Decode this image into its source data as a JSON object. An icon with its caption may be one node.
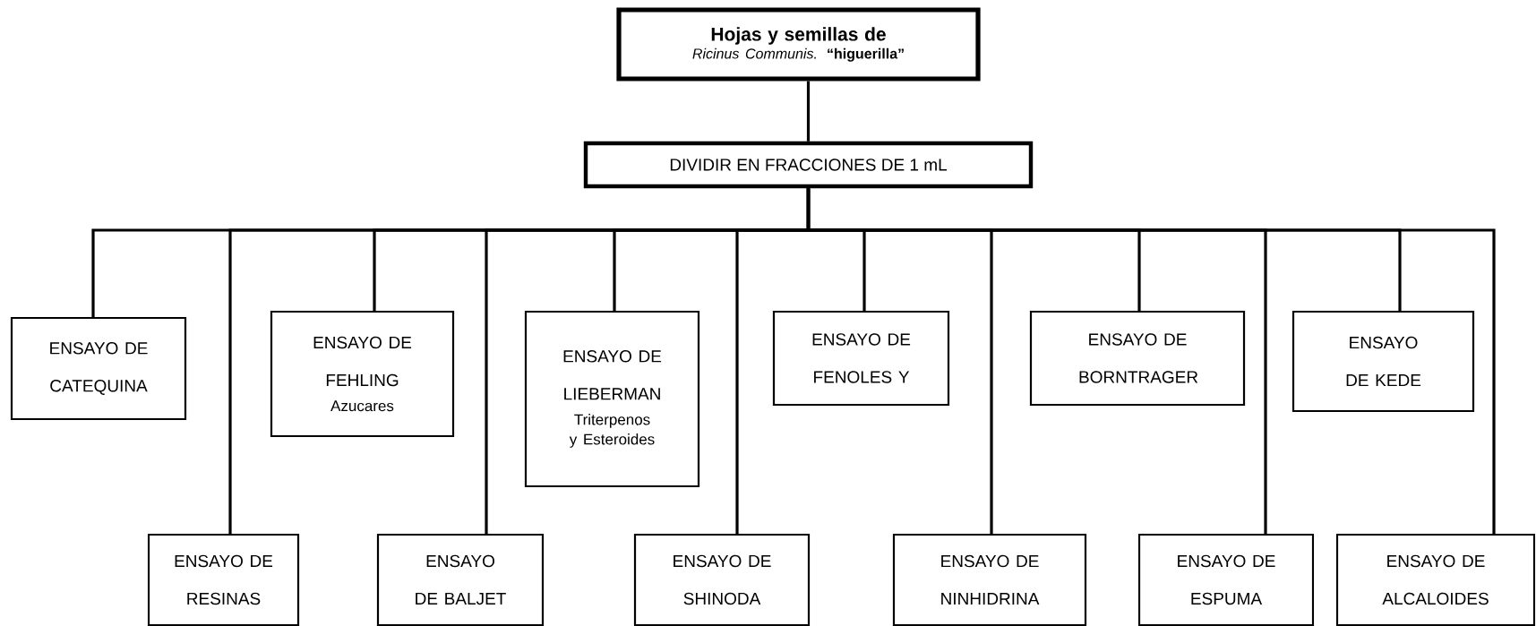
{
  "diagram": {
    "nodes": [
      {
        "text": [
          "Hojas y semillas de",
          "*Ricinus Communis.* **“higuerilla”**"
        ]
      },
      {
        "text": [
          "DIVIDIR EN FRACCIONES DE 1 mL"
        ]
      },
      {
        "text": [
          "ENSAYO DE CATEQUINA"
        ]
      },
      {
        "text": [
          "ENSAYO DE RESINAS"
        ]
      },
      {
        "text": [
          "ENSAYO DE FEHLING",
          "Azucares"
        ]
      },
      {
        "text": [
          "ENSAYO DE BALJET"
        ]
      },
      {
        "text": [
          "ENSAYO DE LIEBERMAN",
          "Triterpenos y Esteroides"
        ]
      },
      {
        "text": [
          "ENSAYO DE SHINODA"
        ]
      },
      {
        "text": [
          "ENSAYO DE FENOLES Y"
        ]
      },
      {
        "text": [
          "ENSAYO DE NINHIDRINA"
        ]
      },
      {
        "text": [
          "ENSAYO DE BORNTRAGER"
        ]
      },
      {
        "text": [
          "ENSAYO DE ESPUMA"
        ]
      },
      {
        "text": [
          "ENSAYO DE KEDE"
        ]
      },
      {
        "text": [
          "ENSAYO DE ALCALOIDES"
        ]
      }
    ],
    "edges": [
      {
        "from": 0,
        "to": 1,
        "arrow": "none"
      },
      {
        "from": 1,
        "to": 2,
        "arrow": "none"
      },
      {
        "from": 1,
        "to": 3,
        "arrow": "none"
      },
      {
        "from": 1,
        "to": 4,
        "arrow": "none"
      },
      {
        "from": 1,
        "to": 5,
        "arrow": "none"
      },
      {
        "from": 1,
        "to": 6,
        "arrow": "none"
      },
      {
        "from": 1,
        "to": 7,
        "arrow": "none"
      },
      {
        "from": 1,
        "to": 8,
        "arrow": "none"
      },
      {
        "from": 1,
        "to": 9,
        "arrow": "none"
      },
      {
        "from": 1,
        "to": 10,
        "arrow": "none"
      },
      {
        "from": 1,
        "to": 11,
        "arrow": "none"
      },
      {
        "from": 1,
        "to": 12,
        "arrow": "none"
      },
      {
        "from": 1,
        "to": 13,
        "arrow": "none"
      }
    ]
  }
}
